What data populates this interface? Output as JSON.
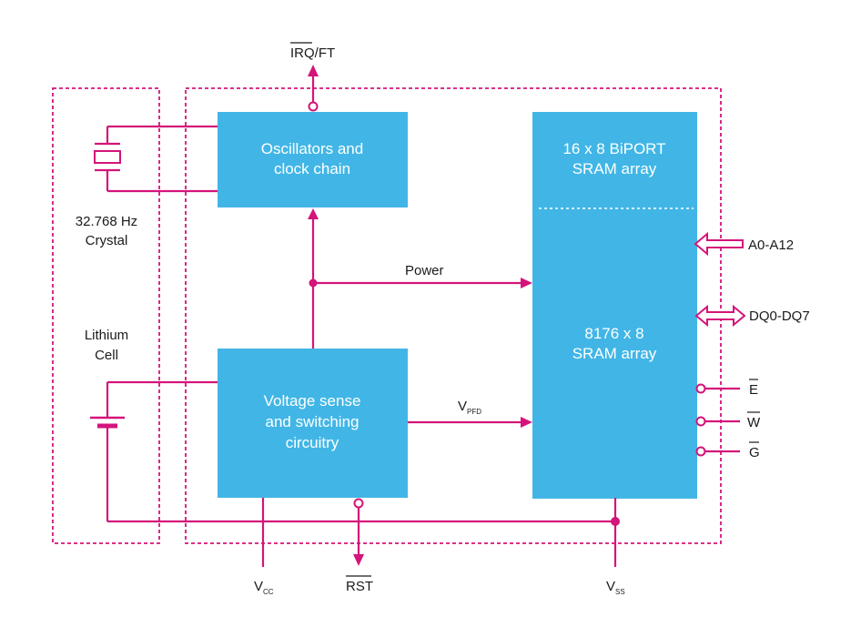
{
  "diagram": {
    "colors": {
      "wire": "#d4147a",
      "block": "#41b6e6",
      "block_text": "#ffffff",
      "label": "#1a1a1a"
    },
    "blocks": {
      "oscillator": [
        "Oscillators and",
        "clock chain"
      ],
      "biport": [
        "16 x 8 BiPORT",
        "SRAM array"
      ],
      "sram": [
        "8176 x 8",
        "SRAM array"
      ],
      "voltage": [
        "Voltage sense",
        "and switching",
        "circuitry"
      ]
    },
    "labels": {
      "crystal": [
        "32.768 Hz",
        "Crystal"
      ],
      "lithium": [
        "Lithium",
        "Cell"
      ],
      "power": "Power",
      "vpfd_main": "V",
      "vpfd_sub": "PFD",
      "irq_ft": "IRQ/FT",
      "irq_over": "IRQ",
      "address": "A0-A12",
      "data": "DQ0-DQ7",
      "e_pin": "E",
      "w_pin": "W",
      "g_pin": "G",
      "vcc_main": "V",
      "vcc_sub": "CC",
      "rst": "RST",
      "vss_main": "V",
      "vss_sub": "SS"
    }
  }
}
